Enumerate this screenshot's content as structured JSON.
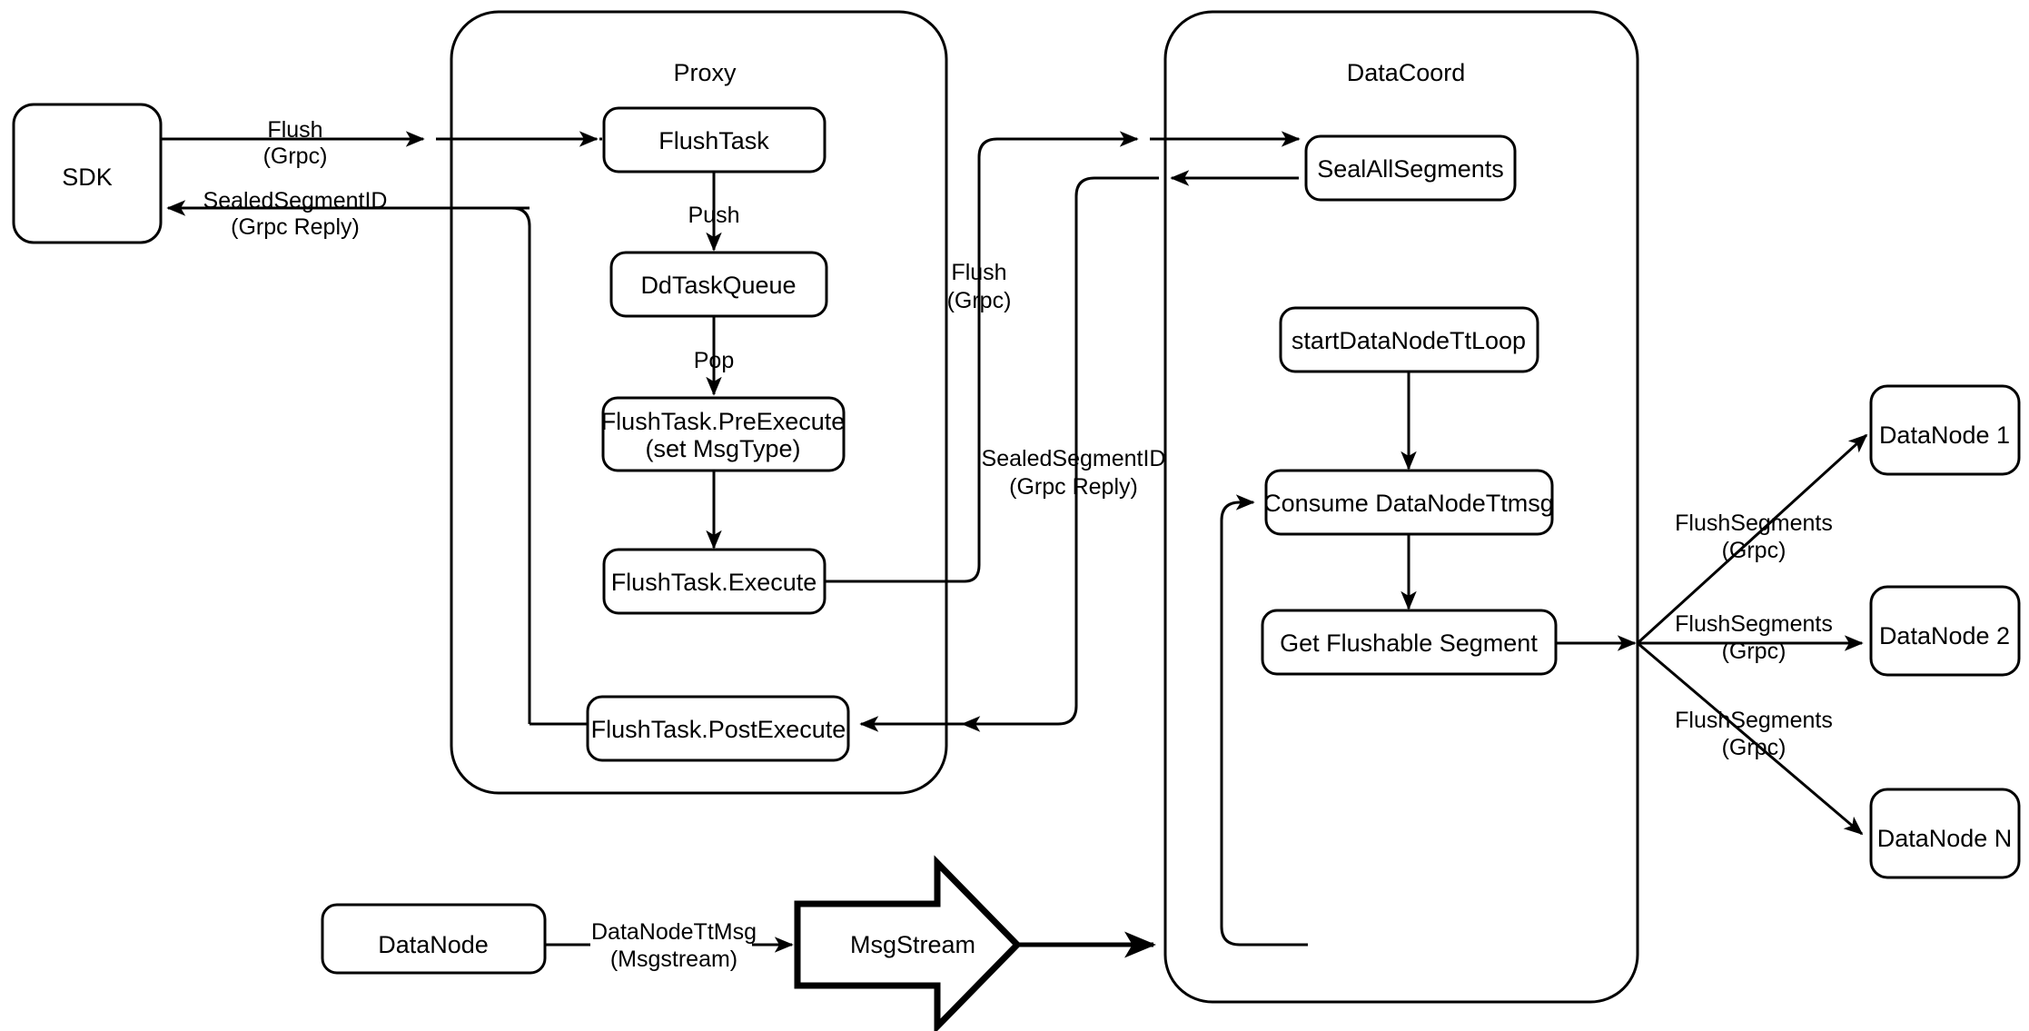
{
  "diagram": {
    "title": "Milvus Flush Flow",
    "type": "flowchart",
    "background": "#ffffff",
    "stroke_color": "#000000"
  },
  "containers": [
    {
      "id": "proxy",
      "label": "Proxy"
    },
    {
      "id": "datacoord",
      "label": "DataCoord"
    }
  ],
  "nodes": {
    "sdk": {
      "label": "SDK"
    },
    "flush_task": {
      "label": "FlushTask"
    },
    "dd_task_queue": {
      "label": "DdTaskQueue"
    },
    "pre_execute_line1": {
      "label": "FlushTask.PreExecute"
    },
    "pre_execute_line2": {
      "label": "(set MsgType)"
    },
    "execute": {
      "label": "FlushTask.Execute"
    },
    "post_execute": {
      "label": "FlushTask.PostExecute"
    },
    "seal_all_segments": {
      "label": "SealAllSegments"
    },
    "start_tt_loop": {
      "label": "startDataNodeTtLoop"
    },
    "consume_tt_msg": {
      "label": "Consume DataNodeTtmsg"
    },
    "get_flushable_segment": {
      "label": "Get Flushable Segment"
    },
    "datanode_1": {
      "label": "DataNode 1"
    },
    "datanode_2": {
      "label": "DataNode 2"
    },
    "datanode_n": {
      "label": "DataNode N"
    },
    "datanode_src": {
      "label": "DataNode"
    },
    "msgstream": {
      "label": "MsgStream"
    }
  },
  "edge_labels": {
    "sdk_to_proxy_l1": "Flush",
    "sdk_to_proxy_l2": "(Grpc)",
    "proxy_to_sdk_l1": "SealedSegmentID",
    "proxy_to_sdk_l2": "(Grpc Reply)",
    "push": "Push",
    "pop": "Pop",
    "proxy_to_coord_l1": "Flush",
    "proxy_to_coord_l2": "(Grpc)",
    "coord_to_proxy_l1": "SealedSegmentID",
    "coord_to_proxy_l2": "(Grpc Reply)",
    "flush_segments_1_l1": "FlushSegments",
    "flush_segments_1_l2": "(Grpc)",
    "flush_segments_2_l1": "FlushSegments",
    "flush_segments_2_l2": "(Grpc)",
    "flush_segments_n_l1": "FlushSegments",
    "flush_segments_n_l2": "(Grpc)",
    "datanode_tt_msg_l1": "DataNodeTtMsg",
    "datanode_tt_msg_l2": "(Msgstream)"
  }
}
